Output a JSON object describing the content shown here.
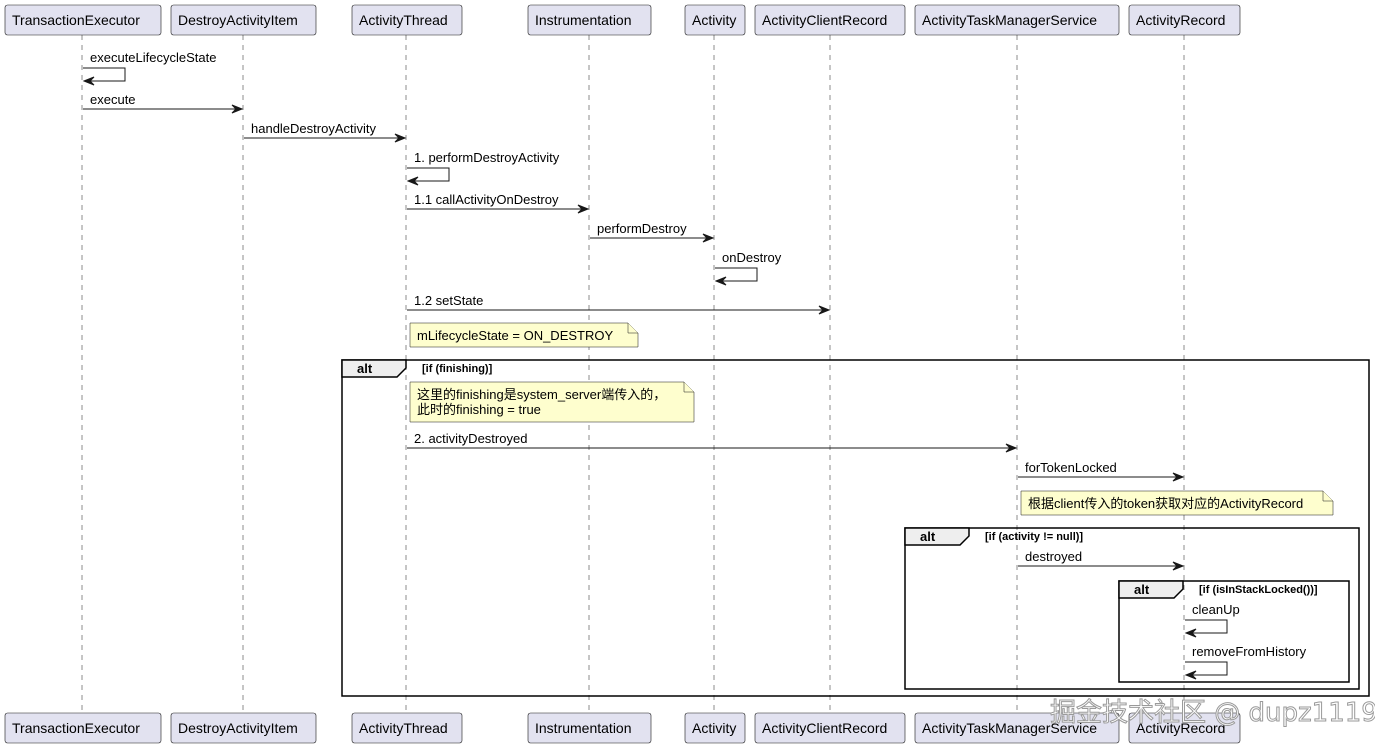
{
  "participants": [
    "TransactionExecutor",
    "DestroyActivityItem",
    "ActivityThread",
    "Instrumentation",
    "Activity",
    "ActivityClientRecord",
    "ActivityTaskManagerService",
    "ActivityRecord"
  ],
  "messages": [
    {
      "from": "TransactionExecutor",
      "to": "TransactionExecutor",
      "label": "executeLifecycleState"
    },
    {
      "from": "TransactionExecutor",
      "to": "DestroyActivityItem",
      "label": "execute"
    },
    {
      "from": "DestroyActivityItem",
      "to": "ActivityThread",
      "label": "handleDestroyActivity"
    },
    {
      "from": "ActivityThread",
      "to": "ActivityThread",
      "label": "1. performDestroyActivity"
    },
    {
      "from": "ActivityThread",
      "to": "Instrumentation",
      "label": "1.1 callActivityOnDestroy"
    },
    {
      "from": "Instrumentation",
      "to": "Activity",
      "label": "performDestroy"
    },
    {
      "from": "Activity",
      "to": "Activity",
      "label": "onDestroy"
    },
    {
      "from": "ActivityThread",
      "to": "ActivityClientRecord",
      "label": "1.2 setState"
    },
    {
      "from": "ActivityThread",
      "to": "ActivityTaskManagerService",
      "label": "2. activityDestroyed"
    },
    {
      "from": "ActivityTaskManagerService",
      "to": "ActivityRecord",
      "label": "forTokenLocked"
    },
    {
      "from": "ActivityTaskManagerService",
      "to": "ActivityRecord",
      "label": "destroyed"
    },
    {
      "from": "ActivityRecord",
      "to": "ActivityRecord",
      "label": "cleanUp"
    },
    {
      "from": "ActivityRecord",
      "to": "ActivityRecord",
      "label": "removeFromHistory"
    }
  ],
  "notes": [
    {
      "over": "ActivityThread",
      "lines": [
        "mLifecycleState = ON_DESTROY"
      ]
    },
    {
      "over": "ActivityThread",
      "lines": [
        "这里的finishing是system_server端传入的，",
        "此时的finishing = true"
      ]
    },
    {
      "over": "ActivityTaskManagerService",
      "lines": [
        "根据client传入的token获取对应的ActivityRecord"
      ]
    }
  ],
  "fragments": [
    {
      "label": "alt",
      "guard": "[if (finishing)]"
    },
    {
      "label": "alt",
      "guard": "[if (activity != null)]"
    },
    {
      "label": "alt",
      "guard": "[if (isInStackLocked())]"
    }
  ],
  "watermark": "掘金技术社区 @ dupz1119",
  "colors": {
    "participant_fill": "#e2e2f0",
    "note_fill": "#fefece",
    "line": "#181818",
    "fragment_tab": "#eeeeee"
  }
}
